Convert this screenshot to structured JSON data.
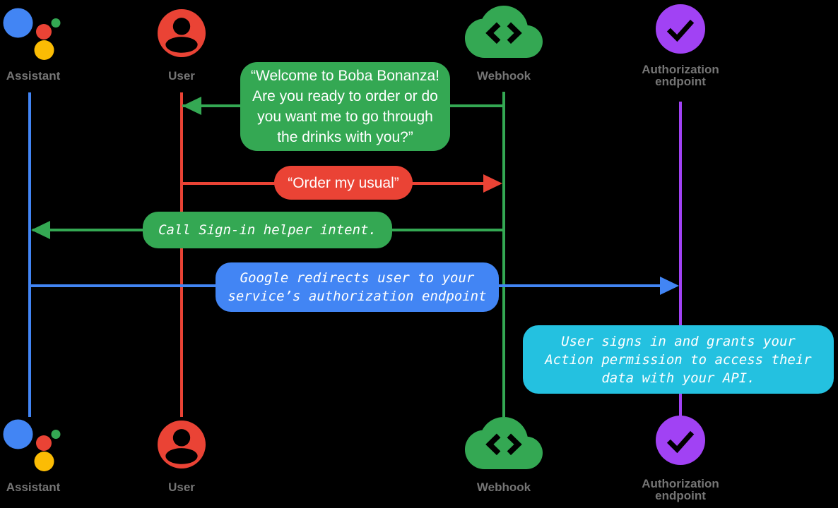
{
  "diagram_type": "sequence-diagram",
  "background_color": "#000000",
  "actors": {
    "assistant": {
      "label": "Assistant",
      "icon": "google-assistant-icon",
      "lifeline_color": "#4285F4"
    },
    "user": {
      "label": "User",
      "icon": "account-circle-icon",
      "lifeline_color": "#EA4335"
    },
    "webhook": {
      "label": "Webhook",
      "icon": "cloud-code-icon",
      "lifeline_color": "#34A853"
    },
    "auth": {
      "label_line1": "Authorization",
      "label_line2": "endpoint",
      "icon": "check-circle-icon",
      "lifeline_color": "#A142F4"
    }
  },
  "messages": {
    "welcome": {
      "from": "Webhook",
      "to": "User",
      "bubble_color": "#34A853",
      "text_style": "speech",
      "lines": [
        "“Welcome to Boba Bonanza!",
        "Are you ready to order or do",
        "you want me to go through",
        "the drinks with you?”"
      ]
    },
    "order": {
      "from": "User",
      "to": "Webhook",
      "bubble_color": "#EA4335",
      "text_style": "speech",
      "text": "“Order my usual”"
    },
    "signin": {
      "from": "Webhook",
      "to": "Assistant",
      "bubble_color": "#34A853",
      "text_style": "code",
      "text": "Call Sign-in helper intent."
    },
    "redirect": {
      "from": "Assistant",
      "to": "Authorization endpoint",
      "bubble_color": "#4285F4",
      "text_style": "code",
      "lines": [
        "Google redirects user to your",
        "service’s authorization endpoint"
      ]
    },
    "note": {
      "over": "Authorization endpoint",
      "bubble_color": "#24C1E0",
      "text_style": "code",
      "lines": [
        "User signs in and grants your",
        "Action permission to access their",
        "data with your API."
      ]
    }
  },
  "palette": {
    "blue": "#4285F4",
    "red": "#EA4335",
    "green": "#34A853",
    "yellow": "#FBBC04",
    "purple": "#A142F4",
    "cyan": "#24C1E0",
    "label_gray": "#757575"
  }
}
